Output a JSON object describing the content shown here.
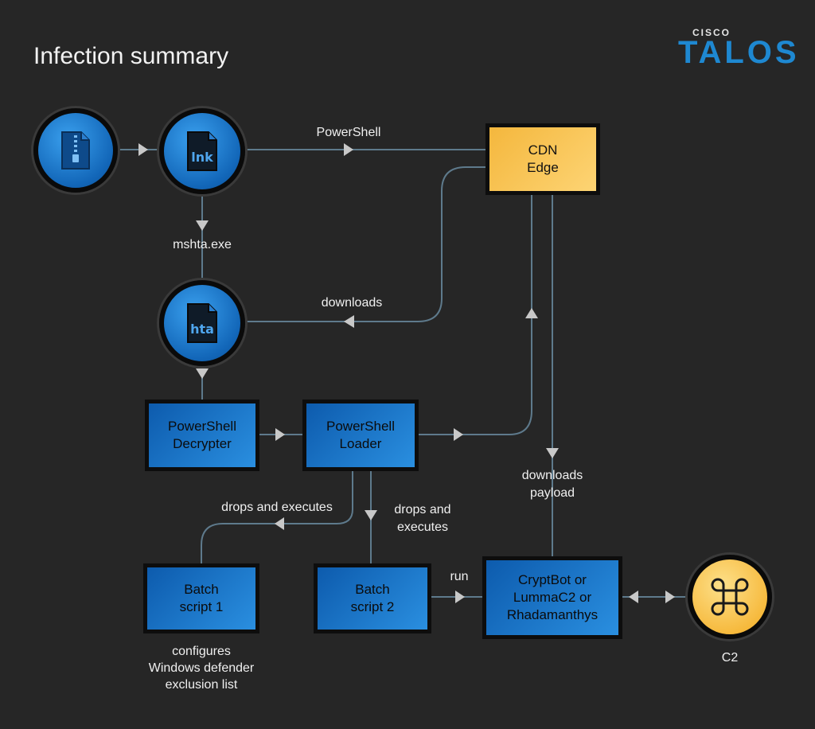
{
  "title": "Infection summary",
  "brand": {
    "top": "CISCO",
    "main": "TALOS"
  },
  "nodes": {
    "zip": {
      "icon": "zip-file-icon"
    },
    "lnk": {
      "icon": "lnk-file-icon",
      "text": "lnk"
    },
    "hta": {
      "icon": "hta-file-icon",
      "text": "hta"
    },
    "cdn": {
      "label": "CDN\nEdge"
    },
    "decrypter": {
      "label": "PowerShell\nDecrypter"
    },
    "loader": {
      "label": "PowerShell\nLoader"
    },
    "batch1": {
      "label": "Batch\nscript 1"
    },
    "batch2": {
      "label": "Batch\nscript 2"
    },
    "payload": {
      "label": "CryptBot or\nLummaC2 or\nRhadamanthys"
    },
    "c2": {
      "icon": "command-key-icon",
      "label": "C2"
    }
  },
  "edges": {
    "powershell": "PowerShell",
    "mshta": "mshta.exe",
    "downloads": "downloads",
    "drops1": "drops and executes",
    "drops2_line1": "drops and",
    "drops2_line2": "executes",
    "downloads_payload_line1": "downloads",
    "downloads_payload_line2": "payload",
    "run": "run",
    "configures_line1": "configures",
    "configures_line2": "Windows defender",
    "configures_line3": "exclusion list"
  },
  "colors": {
    "background": "#262626",
    "line": "#5e7a8c",
    "arrow": "#c8c8c8",
    "blue": "#1e78c8",
    "yellow": "#f6c152",
    "brand": "#1e88d1"
  }
}
